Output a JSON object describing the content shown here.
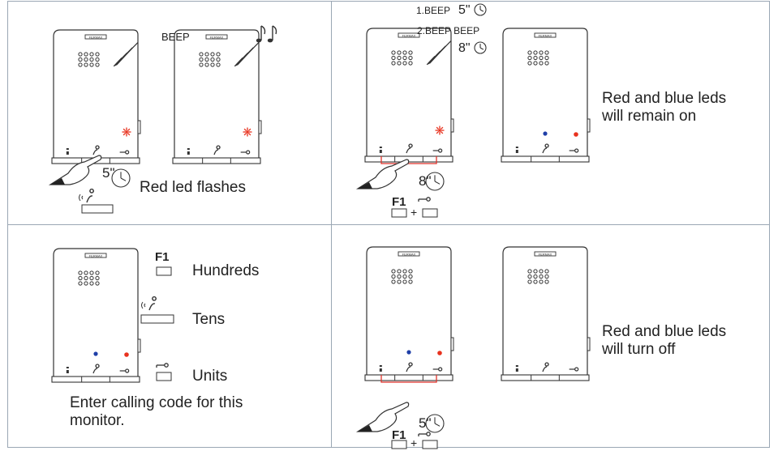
{
  "panel1": {
    "beep": "BEEP",
    "time": "5\"",
    "caption": "Red led flashes"
  },
  "panel2": {
    "beep1_prefix": "1.BEEP",
    "beep1_time": "5\"",
    "beep2": "2.BEEP BEEP",
    "beep2_time": "8\"",
    "press_time": "8\"",
    "f1": "F1",
    "plus": "+",
    "caption_line1": "Red and blue leds",
    "caption_line2": "will remain on"
  },
  "panel3": {
    "f1": "F1",
    "hundreds": "Hundreds",
    "tens": "Tens",
    "units": "Units",
    "caption_line1": "Enter calling code for this",
    "caption_line2": "monitor."
  },
  "panel4": {
    "press_time": "5\"",
    "f1": "F1",
    "plus": "+",
    "caption_line1": "Red and blue leds",
    "caption_line2": "will turn off"
  },
  "device": {
    "brand": "FERMAX"
  },
  "colors": {
    "red_led": "#e8321e",
    "blue_led": "#1f3fa8",
    "border": "#9aa7b4",
    "line": "#333333",
    "bracket": "#e0322a"
  }
}
